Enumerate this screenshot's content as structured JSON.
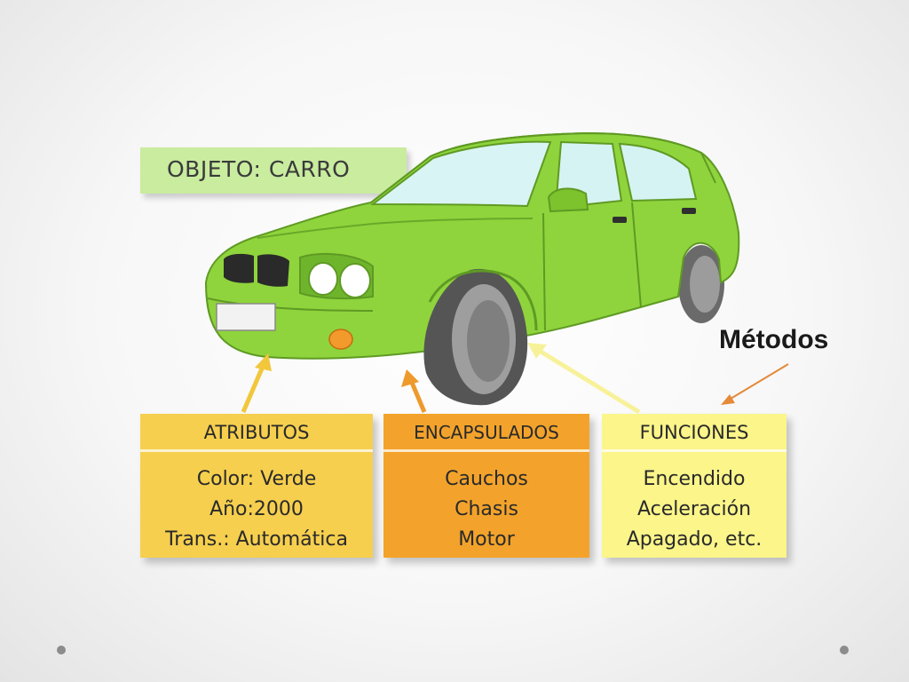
{
  "diagram": {
    "title": "OBJETO: CARRO",
    "boxes": [
      {
        "header": "ATRIBUTOS",
        "lines": [
          "Color: Verde",
          "Año:2000",
          "Trans.: Automática"
        ],
        "color": "#f6cf4e"
      },
      {
        "header": "ENCAPSULADOS",
        "lines": [
          "Cauchos",
          "Chasis",
          "Motor"
        ],
        "color": "#f3a32b"
      },
      {
        "header": "FUNCIONES",
        "lines": [
          "Encendido",
          "Aceleración",
          "Apagado, etc."
        ],
        "color": "#fbf58a"
      }
    ],
    "annotation": "Métodos",
    "colors": {
      "car_body": "#8fd43c",
      "title_tag": "#c9ec9f",
      "arrow_atributos": "#f2c73c",
      "arrow_encapsulados": "#ee9a2c",
      "arrow_funciones": "#f7f29a",
      "annotation_arrow": "#e48a3a"
    }
  }
}
